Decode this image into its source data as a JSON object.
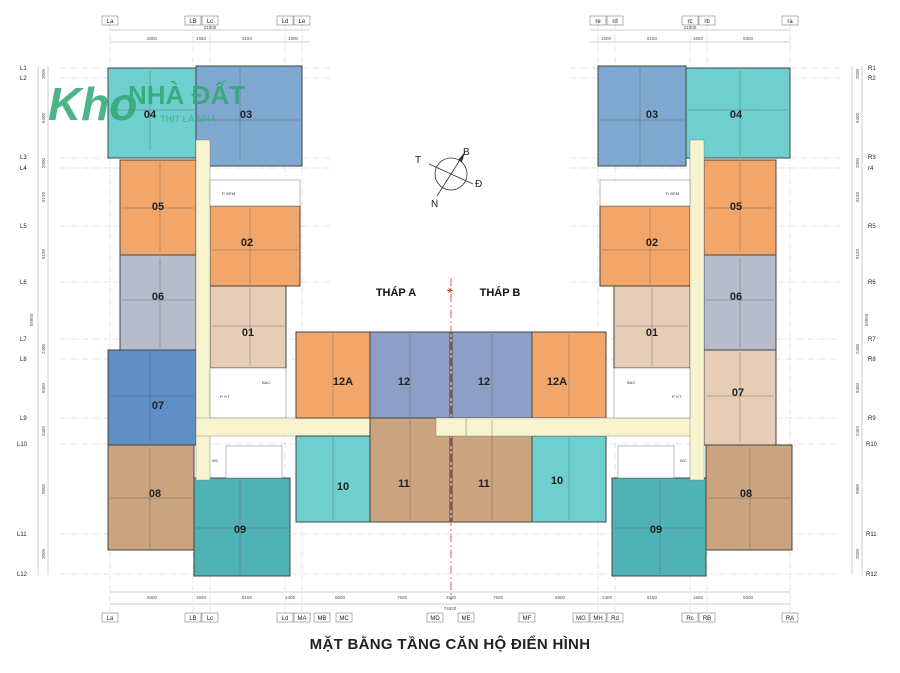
{
  "caption": "MẶT BẰNG TẦNG CĂN HỘ ĐIỂN HÌNH",
  "watermark": {
    "main": "Kho",
    "sub": "NHÀ ĐẤT",
    "tag": "THỊT LÀ NHÀ"
  },
  "towers": {
    "a": "THÁP A",
    "b": "THÁP B"
  },
  "compass": {
    "t": "T",
    "b": "B",
    "d": "Đ",
    "n": "N"
  },
  "left_axes_top": [
    "La",
    "LB",
    "Lc",
    "Ld",
    "Le"
  ],
  "right_axes_top": [
    "re",
    "rd",
    "rc",
    "rb",
    "ra"
  ],
  "bottom_axes": [
    "La",
    "LB",
    "Lc",
    "Ld",
    "MA",
    "MB",
    "MC",
    "MD",
    "ME",
    "MF",
    "MG",
    "MH",
    "Rd",
    "Rc",
    "RB",
    "RA"
  ],
  "left_rows": [
    "L1",
    "L2",
    "L3",
    "L4",
    "L5",
    "L6",
    "L7",
    "L8",
    "L9",
    "L10",
    "L11",
    "L12"
  ],
  "right_rows": [
    "R1",
    "R2",
    "R3",
    "r4",
    "R5",
    "R6",
    "R7",
    "R8",
    "R9",
    "R10",
    "R11",
    "R12"
  ],
  "top_dims_left": {
    "total": "21000",
    "parts": [
      "9300",
      "1650",
      "8150",
      "1900"
    ]
  },
  "top_dims_right": {
    "total": "21000",
    "parts": [
      "1900",
      "8150",
      "1650",
      "9300"
    ]
  },
  "bottom_dims": {
    "total": "74920",
    "parts": [
      "9300",
      "1650",
      "8150",
      "1400",
      "6600",
      "7620",
      "3280",
      "7620",
      "6600",
      "1400",
      "8150",
      "1650",
      "9300"
    ]
  },
  "side_dims": {
    "total": "59950",
    "parts": [
      "2000",
      "6400",
      "2000",
      "8150",
      "8150",
      "2400",
      "8450",
      "2450",
      "9800",
      "2000"
    ]
  },
  "units": {
    "u01": "01",
    "u02": "02",
    "u03": "03",
    "u04": "04",
    "u05": "05",
    "u06": "06",
    "u07": "07",
    "u08": "08",
    "u09": "09",
    "u10": "10",
    "u11": "11",
    "u12": "12",
    "u12a": "12A"
  },
  "core": {
    "bac": "BAC",
    "pkt": "P. KT",
    "stair": "P. ĐEM",
    "wc": "WC"
  },
  "colors": {
    "teal": "#6fcfcf",
    "blue": "#7ea8cf",
    "orange": "#f2a66a",
    "gray": "#b6bccb",
    "beige": "#e6cdb6",
    "tan": "#c9a47e",
    "corridor": "#f7f3cf",
    "core": "#ffffff",
    "teal2": "#4fb3b6",
    "slate": "#8d9fc6"
  }
}
